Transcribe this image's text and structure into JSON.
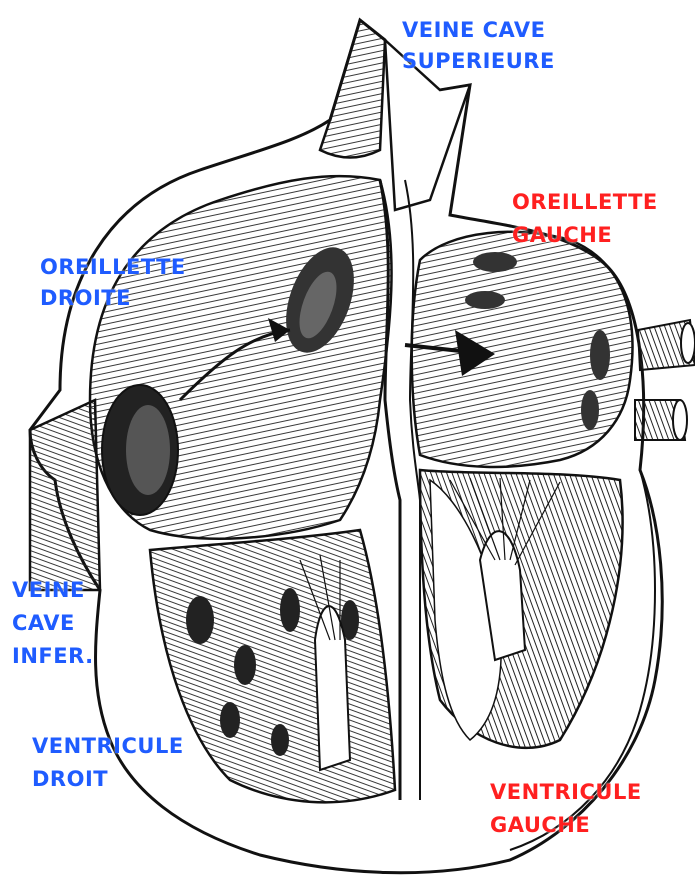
{
  "colors": {
    "right_side_labels": "#1f5cff",
    "left_side_labels": "#ff2020",
    "ink": "#111111",
    "paper": "#ffffff"
  },
  "labels": {
    "veine_cave_superieure": [
      "VEINE CAVE",
      "SUPERIEURE"
    ],
    "oreillette_gauche": [
      "OREILLETTE",
      "GAUCHE"
    ],
    "oreillette_droite": [
      "OREILLETTE",
      "DROITE"
    ],
    "veine_cave_inferieure": [
      "VEINE",
      "CAVE",
      "INFER."
    ],
    "ventricule_droit": [
      "VENTRICULE",
      "DROIT"
    ],
    "ventricule_gauche": [
      "VENTRICULE",
      "GAUCHE"
    ]
  }
}
